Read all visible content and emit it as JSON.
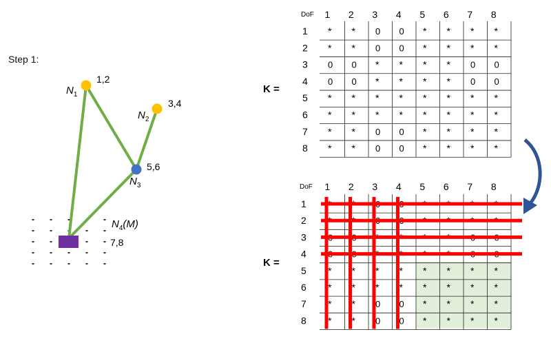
{
  "step_label": "Step 1:",
  "nodes": [
    {
      "name": "N",
      "sub": "1",
      "suffix": "",
      "dofs": "1,2",
      "color": "#FFC000"
    },
    {
      "name": "N",
      "sub": "2",
      "suffix": "",
      "dofs": "3,4",
      "color": "#FFC000"
    },
    {
      "name": "N",
      "sub": "3",
      "suffix": "",
      "dofs": "5,6",
      "color": "#4472C4"
    },
    {
      "name": "N",
      "sub": "4",
      "suffix": "(M)",
      "dofs": "7,8",
      "color": "#7030A0"
    }
  ],
  "colors": {
    "element": "#70AD47",
    "strike": "#FF0000",
    "highlight": "#E2EFDA",
    "arrow": "#2F5597"
  },
  "matrix_top": {
    "k_label": "K =",
    "dof_label": "DoF",
    "headers": [
      "1",
      "2",
      "3",
      "4",
      "5",
      "6",
      "7",
      "8"
    ],
    "rows": [
      [
        "*",
        "*",
        "0",
        "0",
        "*",
        "*",
        "*",
        "*"
      ],
      [
        "*",
        "*",
        "0",
        "0",
        "*",
        "*",
        "*",
        "*"
      ],
      [
        "0",
        "0",
        "*",
        "*",
        "*",
        "*",
        "0",
        "0"
      ],
      [
        "0",
        "0",
        "*",
        "*",
        "*",
        "*",
        "0",
        "0"
      ],
      [
        "*",
        "*",
        "*",
        "*",
        "*",
        "*",
        "*",
        "*"
      ],
      [
        "*",
        "*",
        "*",
        "*",
        "*",
        "*",
        "*",
        "*"
      ],
      [
        "*",
        "*",
        "0",
        "0",
        "*",
        "*",
        "*",
        "*"
      ],
      [
        "*",
        "*",
        "0",
        "0",
        "*",
        "*",
        "*",
        "*"
      ]
    ]
  },
  "matrix_bottom": {
    "k_label": "K =",
    "dof_label": "DoF",
    "headers": [
      "1",
      "2",
      "3",
      "4",
      "5",
      "6",
      "7",
      "8"
    ],
    "rows": [
      [
        "*",
        "*",
        "0",
        "0",
        "*",
        "*",
        "*",
        "*"
      ],
      [
        "*",
        "*",
        "0",
        "0",
        "*",
        "*",
        "*",
        "*"
      ],
      [
        "0",
        "0",
        "*",
        "*",
        "*",
        "*",
        "0",
        "0"
      ],
      [
        "0",
        "0",
        "*",
        "*",
        "*",
        "*",
        "0",
        "0"
      ],
      [
        "*",
        "*",
        "*",
        "*",
        "*",
        "*",
        "*",
        "*"
      ],
      [
        "*",
        "*",
        "*",
        "*",
        "*",
        "*",
        "*",
        "*"
      ],
      [
        "*",
        "*",
        "0",
        "0",
        "*",
        "*",
        "*",
        "*"
      ],
      [
        "*",
        "*",
        "0",
        "0",
        "*",
        "*",
        "*",
        "*"
      ]
    ],
    "struck_dofs": [
      1,
      2,
      3,
      4
    ],
    "kept_dofs": [
      5,
      6,
      7,
      8
    ]
  }
}
